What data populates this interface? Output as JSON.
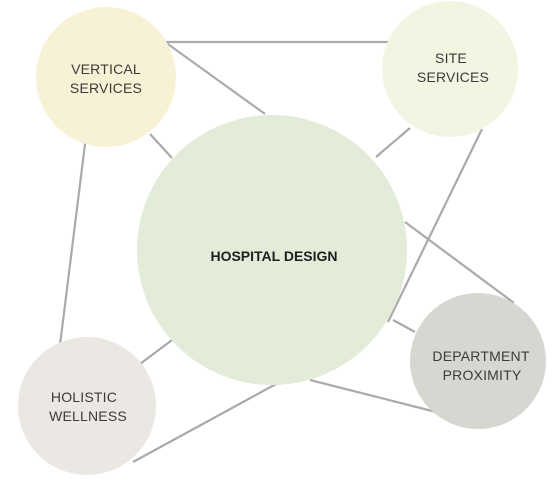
{
  "center": {
    "title": "HOSPITAL DESIGN",
    "color": "#e3ebd9"
  },
  "nodes": [
    {
      "id": "vertical-services",
      "lines": [
        "VERTICAL",
        "SERVICES"
      ],
      "color": "#f7f1d6"
    },
    {
      "id": "site-services",
      "lines": [
        "SITE",
        "SERVICES"
      ],
      "color": "#f3f5e2"
    },
    {
      "id": "department-proximity",
      "lines": [
        "DEPARTMENT",
        "PROXIMITY"
      ],
      "color": "#d4d8d0"
    },
    {
      "id": "holistic-wellness",
      "lines": [
        "HOLISTIC",
        "WELLNESS"
      ],
      "color": "#ebe8e4"
    }
  ],
  "connector_color": "#aaaaaa"
}
